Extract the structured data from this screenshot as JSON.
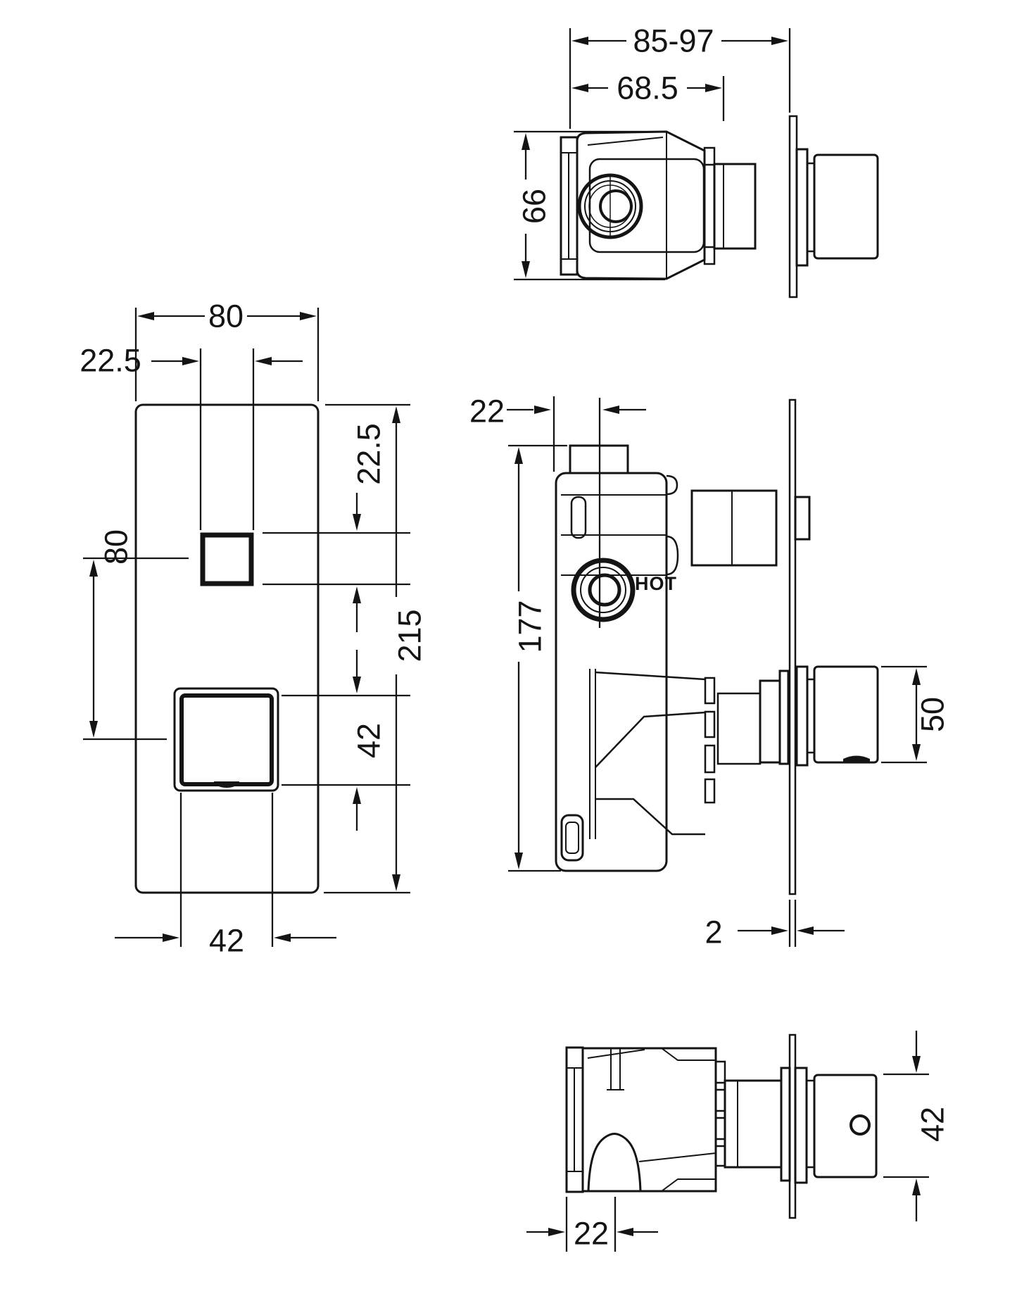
{
  "drawing": {
    "title": "concealed-shower-valve-dimension-diagram",
    "background": "#ffffff",
    "line_color": "#141414",
    "hot_label": "HOT",
    "front_view": {
      "width": "80",
      "button_width": "22.5",
      "button_top_offset": "22.5",
      "center_distance": "80",
      "height": "215",
      "knob_height": "42",
      "knob_width": "42"
    },
    "top_view": {
      "depth_range": "85-97",
      "body_depth": "68.5",
      "body_width": "66"
    },
    "side_view": {
      "port_offset": "22",
      "body_height": "177",
      "handle_height": "50",
      "plate_thickness": "2"
    },
    "bottom_view": {
      "port_offset": "22",
      "handle_width": "42"
    }
  }
}
